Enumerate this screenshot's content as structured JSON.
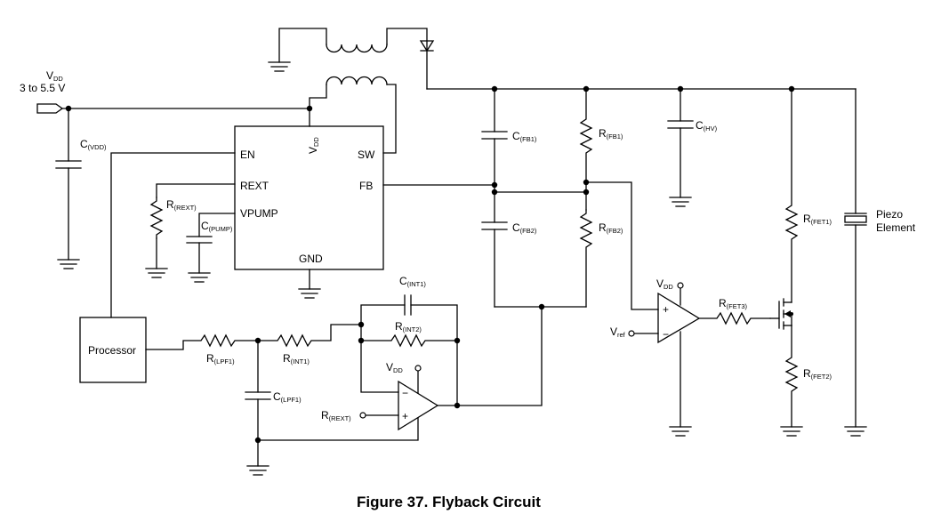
{
  "supply": {
    "name": "V",
    "sub": "DD",
    "range": "3 to 5.5 V"
  },
  "ic": {
    "pins": {
      "en": "EN",
      "rext": "REXT",
      "vpump": "VPUMP",
      "vdd": "V",
      "vdd_sub": "DD",
      "sw": "SW",
      "fb": "FB",
      "gnd": "GND"
    }
  },
  "processor": {
    "label": "Processor"
  },
  "components": {
    "c_vdd": {
      "name": "C",
      "sub": "(VDD)"
    },
    "r_rext": {
      "name": "R",
      "sub": "(REXT)"
    },
    "c_pump": {
      "name": "C",
      "sub": "(PUMP)"
    },
    "c_fb1": {
      "name": "C",
      "sub": "(FB1)"
    },
    "r_fb1": {
      "name": "R",
      "sub": "(FB1)"
    },
    "c_hv": {
      "name": "C",
      "sub": "(HV)"
    },
    "c_fb2": {
      "name": "C",
      "sub": "(FB2)"
    },
    "r_fb2": {
      "name": "R",
      "sub": "(FB2)"
    },
    "r_fet1": {
      "name": "R",
      "sub": "(FET1)"
    },
    "r_fet2": {
      "name": "R",
      "sub": "(FET2)"
    },
    "r_fet3": {
      "name": "R",
      "sub": "(FET3)"
    },
    "c_int1": {
      "name": "C",
      "sub": "(INT1)"
    },
    "r_int2": {
      "name": "R",
      "sub": "(INT2)"
    },
    "r_lpf1": {
      "name": "R",
      "sub": "(LPF1)"
    },
    "r_int1": {
      "name": "R",
      "sub": "(INT1)"
    },
    "c_lpf1": {
      "name": "C",
      "sub": "(LPF1)"
    },
    "vdd_amp1": {
      "name": "V",
      "sub": "DD"
    },
    "vdd_amp2": {
      "name": "V",
      "sub": "DD"
    },
    "vref": {
      "name": "V",
      "sub": "ref"
    },
    "r_rext_in": {
      "name": "R",
      "sub": "(REXT)"
    }
  },
  "piezo": {
    "line1": "Piezo",
    "line2": "Element"
  },
  "opamp_signs": {
    "minus": "−",
    "plus": "+"
  },
  "caption": "Figure 37.  Flyback Circuit"
}
